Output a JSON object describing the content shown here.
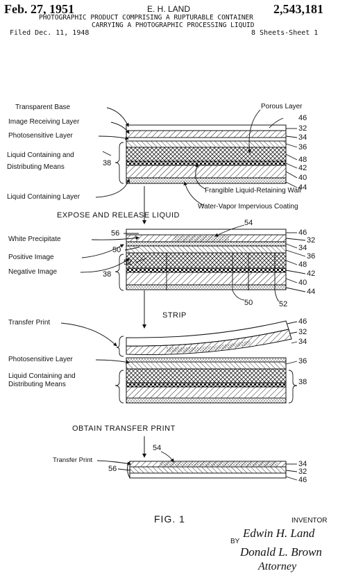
{
  "header": {
    "date": "Feb. 27, 1951",
    "inventor_name": "E. H. LAND",
    "patent_number": "2,543,181",
    "title_line1": "PHOTOGRAPHIC PRODUCT COMPRISING A RUPTURABLE CONTAINER",
    "title_line2": "CARRYING A PHOTOGRAPHIC PROCESSING LIQUID",
    "filed": "Filed Dec. 11, 1948",
    "sheets": "8 Sheets-Sheet 1"
  },
  "stage1": {
    "labels": {
      "transparent_base": "Transparent Base",
      "image_receiving": "Image Receiving Layer",
      "photosensitive": "Photosensitive Layer",
      "liquid_means_1": "Liquid Containing and",
      "liquid_means_2": "Distributing Means",
      "liquid_layer": "Liquid Containing Layer",
      "porous": "Porous Layer",
      "frangible": "Frangible Liquid-Retaining Wall",
      "water_vapor": "Water-Vapor Impervious Coating"
    },
    "refs": {
      "r46": "46",
      "r32": "32",
      "r34": "34",
      "r36": "36",
      "r48": "48",
      "r42": "42",
      "r40": "40",
      "r44": "44",
      "r38": "38"
    }
  },
  "step1": "EXPOSE AND RELEASE LIQUID",
  "stage2": {
    "labels": {
      "white_precipitate": "White Precipitate",
      "positive_image": "Positive Image",
      "negative_image": "Negative Image"
    },
    "refs": {
      "r54": "54",
      "r56": "56",
      "r46": "46",
      "r32": "32",
      "r50a": "50",
      "r34": "34",
      "r36": "36",
      "r52a": "52",
      "r48": "48",
      "r42": "42",
      "r38": "38",
      "r40": "40",
      "r44": "44",
      "r50b": "50",
      "r52b": "52"
    }
  },
  "step2": "STRIP",
  "stage3": {
    "labels": {
      "transfer_print": "Transfer Print",
      "photosensitive": "Photosensitive Layer",
      "liquid_means_1": "Liquid Containing and",
      "liquid_means_2": "Distributing Means"
    },
    "refs": {
      "r46": "46",
      "r32": "32",
      "r34": "34",
      "r36": "36",
      "r38": "38"
    }
  },
  "step3": "OBTAIN TRANSFER PRINT",
  "stage4": {
    "labels": {
      "transfer_print": "Transfer Print"
    },
    "refs": {
      "r54": "54",
      "r56": "56",
      "r34": "34",
      "r32": "32",
      "r46": "46"
    }
  },
  "figure_label": "FIG. 1",
  "signature": {
    "inventor_heading": "INVENTOR",
    "inventor_signature": "Edwin H. Land",
    "by": "BY",
    "attorney_signature": "Donald L. Brown",
    "attorney": "Attorney"
  }
}
